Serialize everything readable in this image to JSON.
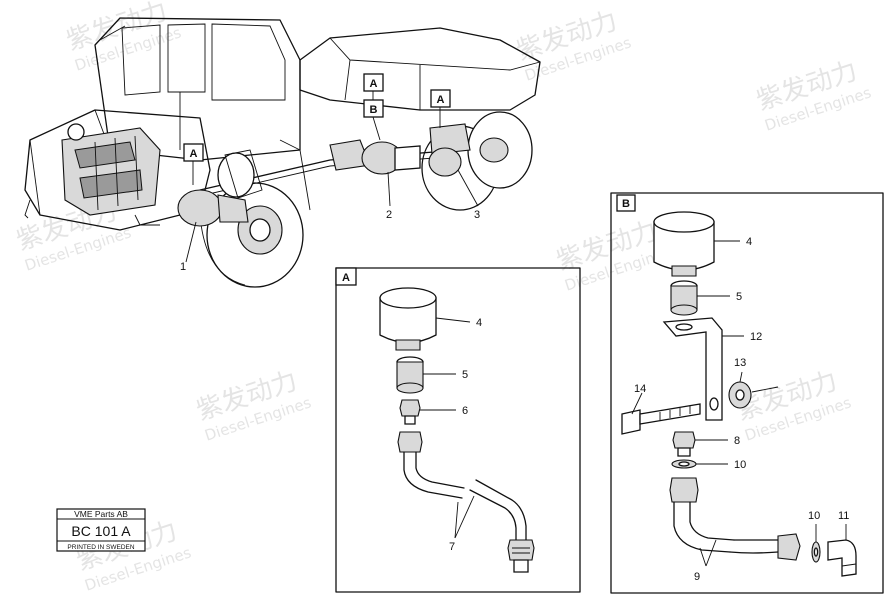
{
  "watermark": {
    "brand": "紫发动力",
    "sub": "Diesel-Engines"
  },
  "callouts": {
    "c1": "1",
    "c2": "2",
    "c3": "3",
    "c4": "4",
    "c5": "5",
    "c6": "6",
    "c7": "7",
    "c8": "8",
    "c9": "9",
    "c10": "10",
    "c11": "11",
    "c12": "12",
    "c13": "13",
    "c14": "14"
  },
  "refs": {
    "a": "A",
    "b": "B"
  },
  "title_block": {
    "company": "VME Parts AB",
    "code": "BC 101 A",
    "printed": "PRINTED IN SWEDEN"
  }
}
